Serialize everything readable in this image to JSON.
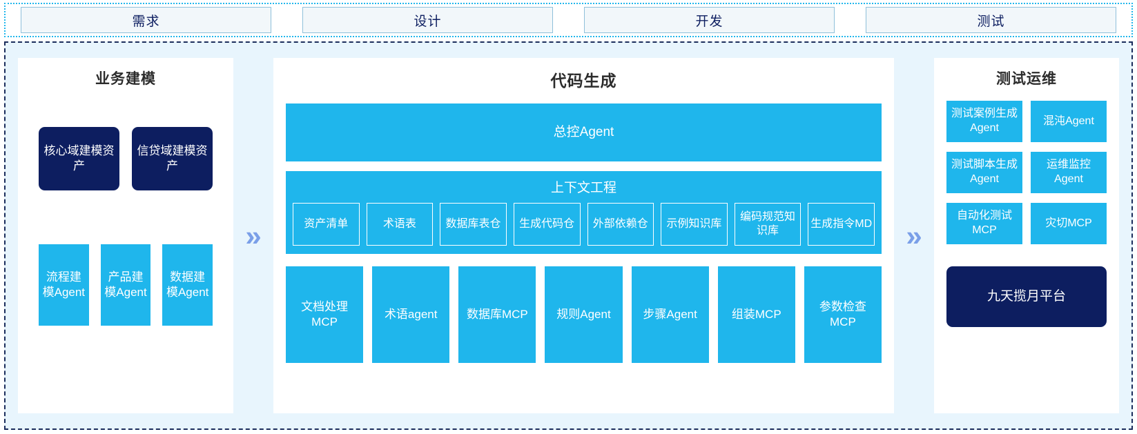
{
  "phases": {
    "items": [
      {
        "label": "需求"
      },
      {
        "label": "设计"
      },
      {
        "label": "开发"
      },
      {
        "label": "测试"
      }
    ]
  },
  "arrows": {
    "glyph": "»"
  },
  "colors": {
    "cyan": "#1FB6EC",
    "navy": "#0D1E60",
    "arrow": "#7A9FE8",
    "canvas": "#E8F5FD",
    "panel": "#FFFFFF",
    "phase_fill": "#F2F7FA",
    "phase_border": "#8FC0DA"
  },
  "left_panel": {
    "title": "业务建模",
    "assets": [
      {
        "label": "核心域建模资产"
      },
      {
        "label": "信贷域建模资产"
      }
    ],
    "agents": [
      {
        "label": "流程建模Agent"
      },
      {
        "label": "产品建模Agent"
      },
      {
        "label": "数据建模Agent"
      }
    ]
  },
  "mid_panel": {
    "title": "代码生成",
    "master_agent": "总控Agent",
    "context": {
      "title": "上下文工程",
      "chips": [
        {
          "label": "资产清单"
        },
        {
          "label": "术语表"
        },
        {
          "label": "数据库表仓"
        },
        {
          "label": "生成代码仓"
        },
        {
          "label": "外部依赖仓"
        },
        {
          "label": "示例知识库"
        },
        {
          "label": "编码规范知识库"
        },
        {
          "label": "生成指令MD"
        }
      ]
    },
    "tools": [
      {
        "label": "文档处理MCP"
      },
      {
        "label": "术语agent"
      },
      {
        "label": "数据库MCP"
      },
      {
        "label": "规则Agent"
      },
      {
        "label": "步骤Agent"
      },
      {
        "label": "组装MCP"
      },
      {
        "label": "参数检查MCP"
      }
    ]
  },
  "right_panel": {
    "title": "测试运维",
    "items": [
      {
        "label": "测试案例生成Agent"
      },
      {
        "label": "混沌Agent"
      },
      {
        "label": "测试脚本生成Agent"
      },
      {
        "label": "运维监控Agent"
      },
      {
        "label": "自动化测试MCP"
      },
      {
        "label": "灾切MCP"
      }
    ],
    "platform": "九天揽月平台"
  }
}
